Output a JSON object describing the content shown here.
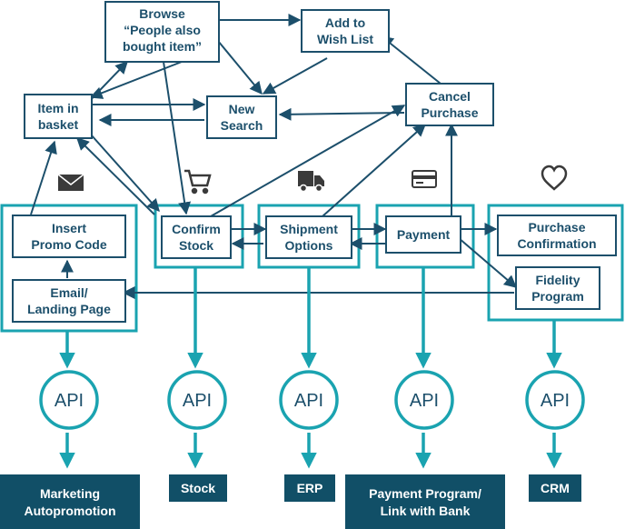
{
  "colors": {
    "node_border": "#1c4f6b",
    "group_border": "#1aa3b0",
    "api_circle": "#1aa3b0",
    "system_fill": "#114f67",
    "arrow_dark": "#1c4f6b",
    "arrow_teal": "#1aa3b0",
    "icon": "#3a3a3a"
  },
  "nodes": {
    "browse": {
      "line1": "Browse",
      "line2": "“People also",
      "line3": "bought item”"
    },
    "wishlist": {
      "line1": "Add to",
      "line2": "Wish List"
    },
    "basket": {
      "line1": "Item in",
      "line2": "basket"
    },
    "new_search": {
      "line1": "New",
      "line2": "Search"
    },
    "cancel": {
      "line1": "Cancel",
      "line2": "Purchase"
    },
    "promo": {
      "line1": "Insert",
      "line2": "Promo Code"
    },
    "email": {
      "line1": "Email/",
      "line2": "Landing Page"
    },
    "confirm_stock": {
      "line1": "Confirm",
      "line2": "Stock"
    },
    "shipment": {
      "line1": "Shipment",
      "line2": "Options"
    },
    "payment": {
      "line1": "Payment"
    },
    "purchase_confirm": {
      "line1": "Purchase",
      "line2": "Confirmation"
    },
    "fidelity": {
      "line1": "Fidelity",
      "line2": "Program"
    }
  },
  "icons": [
    "envelope-icon",
    "shopping-cart-icon",
    "truck-icon",
    "credit-card-icon",
    "heart-icon"
  ],
  "api_label": "API",
  "systems": {
    "marketing": {
      "line1": "Marketing",
      "line2": "Autopromotion"
    },
    "stock": {
      "line1": "Stock"
    },
    "erp": {
      "line1": "ERP"
    },
    "payment_program": {
      "line1": "Payment Program/",
      "line2": "Link with Bank"
    },
    "crm": {
      "line1": "CRM"
    }
  }
}
